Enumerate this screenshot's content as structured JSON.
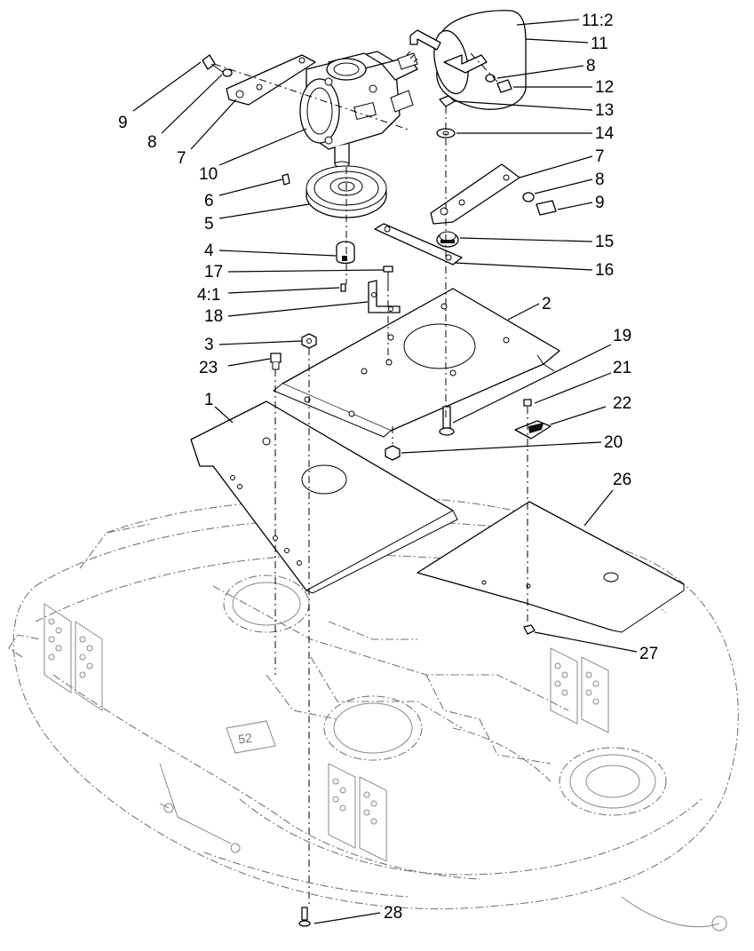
{
  "callouts": [
    {
      "id": "c-11-2",
      "label": "11:2"
    },
    {
      "id": "c-11",
      "label": "11"
    },
    {
      "id": "c-8a",
      "label": "8"
    },
    {
      "id": "c-12",
      "label": "12"
    },
    {
      "id": "c-13",
      "label": "13"
    },
    {
      "id": "c-14",
      "label": "14"
    },
    {
      "id": "c-7a",
      "label": "7"
    },
    {
      "id": "c-8b",
      "label": "8"
    },
    {
      "id": "c-9a",
      "label": "9"
    },
    {
      "id": "c-15",
      "label": "15"
    },
    {
      "id": "c-16",
      "label": "16"
    },
    {
      "id": "c-2",
      "label": "2"
    },
    {
      "id": "c-19",
      "label": "19"
    },
    {
      "id": "c-21",
      "label": "21"
    },
    {
      "id": "c-22",
      "label": "22"
    },
    {
      "id": "c-20",
      "label": "20"
    },
    {
      "id": "c-26",
      "label": "26"
    },
    {
      "id": "c-27",
      "label": "27"
    },
    {
      "id": "c-28",
      "label": "28"
    },
    {
      "id": "c-9b",
      "label": "9"
    },
    {
      "id": "c-8c",
      "label": "8"
    },
    {
      "id": "c-7b",
      "label": "7"
    },
    {
      "id": "c-10",
      "label": "10"
    },
    {
      "id": "c-6",
      "label": "6"
    },
    {
      "id": "c-5",
      "label": "5"
    },
    {
      "id": "c-4",
      "label": "4"
    },
    {
      "id": "c-17",
      "label": "17"
    },
    {
      "id": "c-4-1",
      "label": "4:1"
    },
    {
      "id": "c-18",
      "label": "18"
    },
    {
      "id": "c-3",
      "label": "3"
    },
    {
      "id": "c-23",
      "label": "23"
    },
    {
      "id": "c-1",
      "label": "1"
    }
  ],
  "deck_marking": "52"
}
